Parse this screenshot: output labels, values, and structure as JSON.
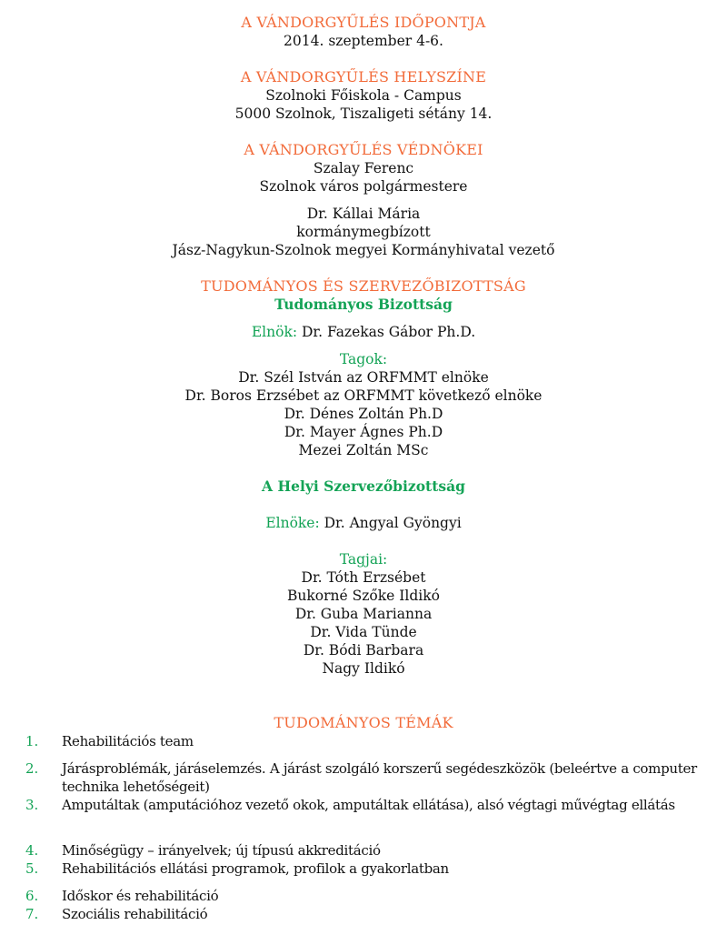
{
  "date_section": {
    "title": "A VÁNDORGYŰLÉS IDŐPONTJA",
    "value": "2014. szeptember 4-6."
  },
  "venue_section": {
    "title": "A VÁNDORGYŰLÉS HELYSZÍNE",
    "lines": [
      "Szolnoki Főiskola - Campus",
      "5000 Szolnok, Tiszaligeti sétány 14."
    ]
  },
  "patrons_section": {
    "title": "A VÁNDORGYŰLÉS VÉDNÖKEI",
    "patron1": [
      "Szalay Ferenc",
      "Szolnok város polgármestere"
    ],
    "patron2": [
      "Dr. Kállai Mária",
      "kormánymegbízott",
      "Jász-Nagykun-Szolnok megyei Kormányhivatal vezető"
    ]
  },
  "committee_section": {
    "title": "TUDOMÁNYOS ÉS SZERVEZŐBIZOTTSÁG",
    "scientific": {
      "title": "Tudományos Bizottság",
      "chair_label": "Elnök:",
      "chair": "Dr. Fazekas Gábor Ph.D.",
      "members_label": "Tagok:",
      "members": [
        "Dr. Szél István az ORFMMT elnöke",
        "Dr. Boros Erzsébet az ORFMMT következő elnöke",
        "Dr. Dénes Zoltán Ph.D",
        "Dr. Mayer Ágnes Ph.D",
        "Mezei Zoltán MSc"
      ]
    },
    "local": {
      "title": "A Helyi Szervezőbizottság",
      "chair_label": "Elnöke:",
      "chair": "Dr. Angyal Gyöngyi",
      "members_label": "Tagjai:",
      "members": [
        "Dr. Tóth Erzsébet",
        "Bukorné Szőke Ildikó",
        "Dr. Guba Marianna",
        "Dr. Vida Tünde",
        "Dr. Bódi Barbara",
        "Nagy Ildikó"
      ]
    }
  },
  "topics_section": {
    "title": "TUDOMÁNYOS TÉMÁK",
    "items": [
      {
        "num": "1.",
        "text": "Rehabilitációs team"
      },
      {
        "num": "2.",
        "text": "Járásproblémák, járáselemzés. A járást szolgáló korszerű segédeszközök (beleértve a computer technika lehetőségeit)"
      },
      {
        "num": "3.",
        "text": "Amputáltak (amputációhoz vezető okok, amputáltak ellátása), alsó végtagi művégtag ellátás"
      },
      {
        "num": "4.",
        "text": "Minőségügy – irányelvek; új típusú akkreditáció"
      },
      {
        "num": "5.",
        "text": "Rehabilitációs ellátási programok, profilok a gyakorlatban"
      },
      {
        "num": "6.",
        "text": "Időskor és rehabilitáció"
      },
      {
        "num": "7.",
        "text": "Szociális rehabilitáció"
      }
    ]
  },
  "colors": {
    "heading": "#f26b3a",
    "accent": "#14a356"
  }
}
